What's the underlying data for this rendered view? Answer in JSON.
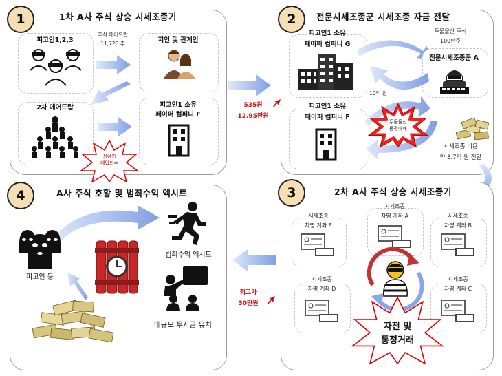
{
  "panel1": {
    "number": "1",
    "title": "1차 A사 주식 상승 시세조종기",
    "defendants": "피고인1,2,3",
    "airdrop_label": "주식 에어드랍",
    "airdrop_qty": "11,720 주",
    "acquaintances": "지인 및 관계인",
    "second_airdrop": "2차 에어드랍",
    "paper_co_label1": "피고인1 소유",
    "paper_co_label2": "페이퍼 컴퍼니 F",
    "burst_line1": "상환가",
    "burst_line2": "매입회수"
  },
  "mid_top": {
    "price": "535원",
    "amount": "12.95만원"
  },
  "panel2": {
    "number": "2",
    "title": "전문시세조종꾼 시세조종 자금 전달",
    "co_g_label1": "피고인1 소유",
    "co_g_label2": "페이퍼 컴퍼니 G",
    "shares_label": "두물물산 주식",
    "shares_qty": "100만주",
    "manipulator": "전문시세조종꾼 A",
    "ten_billion": "10억 원",
    "co_f_label1": "피고인1 소유",
    "co_f_label2": "페이퍼 컴퍼니 F",
    "burst_line1": "두물물산",
    "burst_line2": "통정매매",
    "cost_label1": "시세조종 비용",
    "cost_label2": "약 8.7억 원 전달"
  },
  "panel3": {
    "number": "3",
    "title": "2차 A사 주식 상승 시세조종기",
    "acct_top_line": "시세조종",
    "acct_e": "차명 계좌 E",
    "acct_a": "차명 계좌 A",
    "acct_b": "차명 계좌 B",
    "acct_d": "차명 계좌 D",
    "acct_c": "차명 계좌 C",
    "burst_line1": "자전 및",
    "burst_line2": "통정거래"
  },
  "mid_bottom": {
    "label": "최고가",
    "price": "30만원"
  },
  "panel4": {
    "number": "4",
    "title": "A사 주식 호황 및 범죄수익 엑시트",
    "exit_label": "범죄수익 엑시트",
    "defendants": "피고인 등",
    "investment": "대규모 투자금 유치"
  },
  "colors": {
    "arrow": "#8aa6e6",
    "number_fill": "#f6dfb4",
    "accent_red": "#cc1111"
  }
}
